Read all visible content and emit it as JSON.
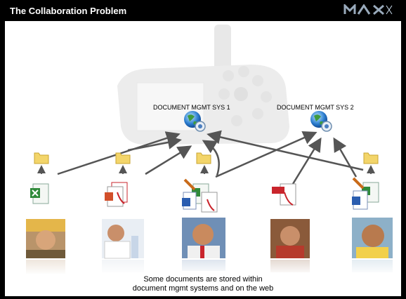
{
  "header": {
    "title": "The Collaboration Problem"
  },
  "systems": [
    {
      "label": "DOCUMENT MGMT SYS 1"
    },
    {
      "label": "DOCUMENT MGMT SYS 2"
    }
  ],
  "caption": {
    "line1": "Some documents are stored within",
    "line2": "document mgmt systems and on the web"
  },
  "colors": {
    "header_bg": "#000000",
    "canvas_bg": "#ffffff",
    "arrow": "#555555",
    "folder": "#f3d56a",
    "excel": "#2f8a3a",
    "word": "#2a5db0",
    "pdf": "#c9252c"
  },
  "icons": [
    "device-background",
    "globe-gear-icon",
    "folder-icon",
    "excel-doc-icon",
    "pdf-doc-icon",
    "word-doc-icon",
    "edit-doc-icon",
    "person-photo"
  ]
}
